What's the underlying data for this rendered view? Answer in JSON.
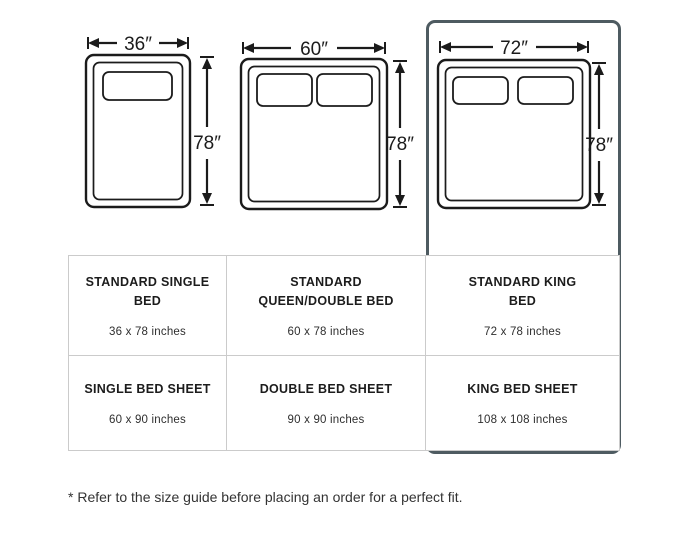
{
  "diagram": {
    "beds": [
      {
        "name": "single",
        "width_label": "36″",
        "height_label": "78″",
        "pillows": 1
      },
      {
        "name": "queen_double",
        "width_label": "60″",
        "height_label": "78″",
        "pillows": 2
      },
      {
        "name": "king",
        "width_label": "72″",
        "height_label": "78″",
        "pillows": 2,
        "highlighted": true
      }
    ]
  },
  "table": {
    "rows": [
      [
        {
          "title_lines": [
            "STANDARD SINGLE",
            "BED"
          ],
          "size": "36 x 78 inches"
        },
        {
          "title_lines": [
            "STANDARD",
            "QUEEN/DOUBLE BED"
          ],
          "size": "60 x 78 inches"
        },
        {
          "title_lines": [
            "STANDARD KING",
            "BED"
          ],
          "size": "72 x 78 inches"
        }
      ],
      [
        {
          "title_lines": [
            "SINGLE BED SHEET"
          ],
          "size": "60 x 90 inches"
        },
        {
          "title_lines": [
            "DOUBLE BED SHEET"
          ],
          "size": "90 x 90 inches"
        },
        {
          "title_lines": [
            "KING BED SHEET"
          ],
          "size": "108 x 108 inches"
        }
      ]
    ]
  },
  "footnote": "* Refer to the size guide before placing an order for a perfect fit.",
  "colors": {
    "highlight_border": "#4e5b61",
    "line": "#1b1b1b",
    "table_border": "#cbcbcb"
  }
}
